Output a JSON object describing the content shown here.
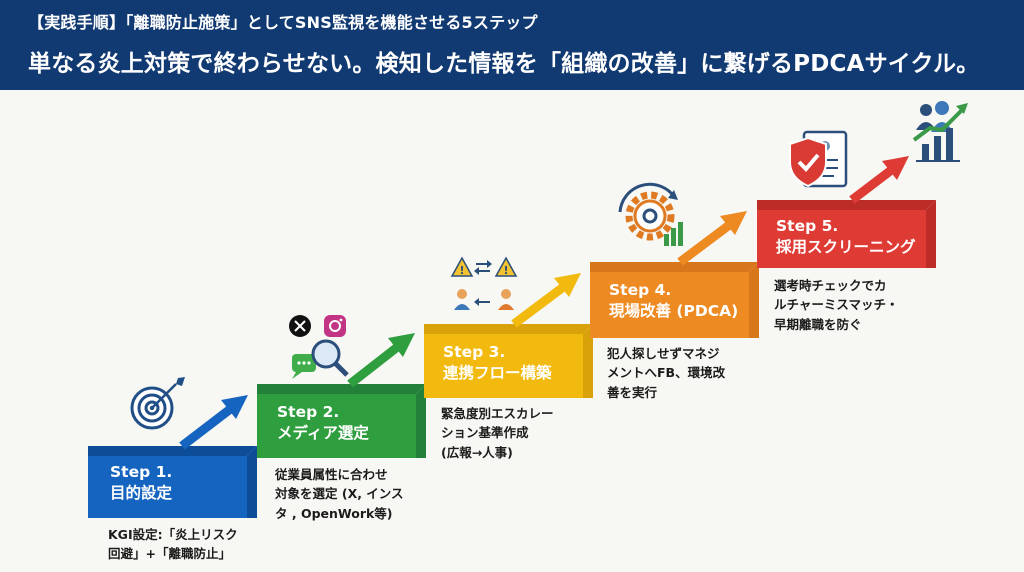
{
  "header": {
    "subtitle": "【実践手順】「離職防止施策」としてSNS監視を機能させる5ステップ",
    "title": "単なる炎上対策で終わらせない。検知した情報を「組織の改善」に繋げるPDCAサイクル。"
  },
  "steps": [
    {
      "number": "Step 1.",
      "title": "目的設定",
      "desc": [
        "KGI設定:「炎上リスク",
        "回避」+「離職防止」"
      ],
      "color": "#1565c0",
      "icon": "target-icon"
    },
    {
      "number": "Step 2.",
      "title": "メディア選定",
      "desc": [
        "従業員属性に合わせ",
        "対象を選定 (X, インス",
        "タ , OpenWork等)"
      ],
      "color": "#2e9e3e",
      "icon": "social-search-icon"
    },
    {
      "number": "Step 3.",
      "title": "連携フロー構築",
      "desc": [
        "緊急度別エスカレー",
        "ション基準作成",
        "(広報→人事)"
      ],
      "color": "#f2b90f",
      "icon": "escalation-flow-icon"
    },
    {
      "number": "Step 4.",
      "title": "現場改善 (PDCA)",
      "desc": [
        "犯人探しせずマネジ",
        "メントへFB、環境改",
        "善を実行"
      ],
      "color": "#ee8a22",
      "icon": "gear-growth-icon"
    },
    {
      "number": "Step 5.",
      "title": "採用スクリーニング",
      "desc": [
        "選考時チェックでカ",
        "ルチャーミスマッチ・",
        "早期離職を防ぐ"
      ],
      "color": "#df3b35",
      "icon": "screening-icon"
    }
  ],
  "final_icon": "people-growth-chart-icon"
}
